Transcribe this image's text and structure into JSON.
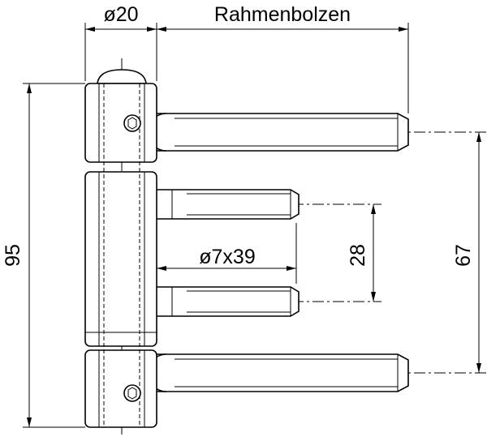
{
  "dimensions": {
    "knuckle_diameter": "ø20",
    "frame_pin": "Rahmenbolzen",
    "total_height": "95",
    "pin_size": "ø7x39",
    "inner_pin_spacing": "28",
    "outer_pin_spacing": "67"
  }
}
